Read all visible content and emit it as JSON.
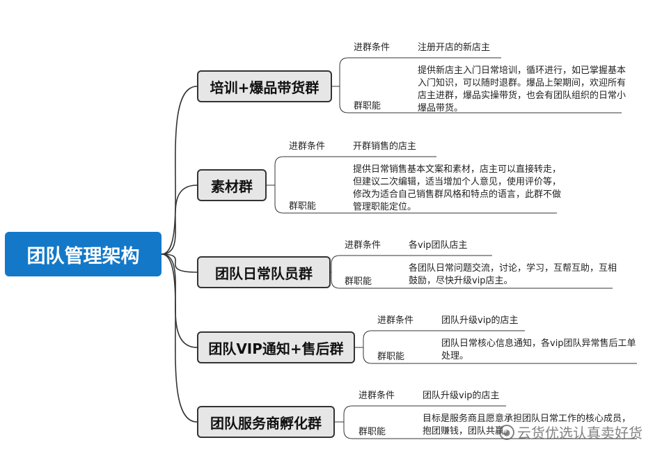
{
  "root": {
    "label": "团队管理架构"
  },
  "groups": [
    {
      "name": "培训+爆品带货群",
      "cond_label": "进群条件",
      "cond_value": "注册开店的新店主",
      "duty_label": "群职能",
      "duty_text": "提供新店主入门日常培训，循环进行，如已掌握基本入门知识，可以随时退群。爆品上架期间，欢迎所有店主进群，爆品实操带货，也会有团队组织的日常小爆品带货。"
    },
    {
      "name": "素材群",
      "cond_label": "进群条件",
      "cond_value": "开群销售的店主",
      "duty_label": "群职能",
      "duty_text": "提供日常销售基本文案和素材，店主可以直接转走，但建议二次编辑，适当增加个人意见，使用评价等，修改为适合自己销售群风格和特点的语言，此群不做管理职能定位。"
    },
    {
      "name": "团队日常队员群",
      "cond_label": "进群条件",
      "cond_value": "各vip团队店主",
      "duty_label": "群职能",
      "duty_text": "各团队日常问题交流，讨论，学习，互帮互助，互相鼓励，尽快升级vip店主。"
    },
    {
      "name": "团队VIP通知+售后群",
      "cond_label": "进群条件",
      "cond_value": "团队升级vip的店主",
      "duty_label": "群职能",
      "duty_text": "团队日常核心信息通知，各vip团队异常售后工单处理。"
    },
    {
      "name": "团队服务商孵化群",
      "cond_label": "进群条件",
      "cond_value": "团队升级vip的店主",
      "duty_label": "群职能",
      "duty_text": "目标是服务商且愿意承担团队日常工作的核心成员，抱团赚钱，团队共赢。"
    }
  ],
  "watermark": {
    "text": "云货优选认真卖好货"
  },
  "colors": {
    "root": "#1478c8",
    "branch_fill": "#e6e6e6",
    "line": "#333333"
  }
}
